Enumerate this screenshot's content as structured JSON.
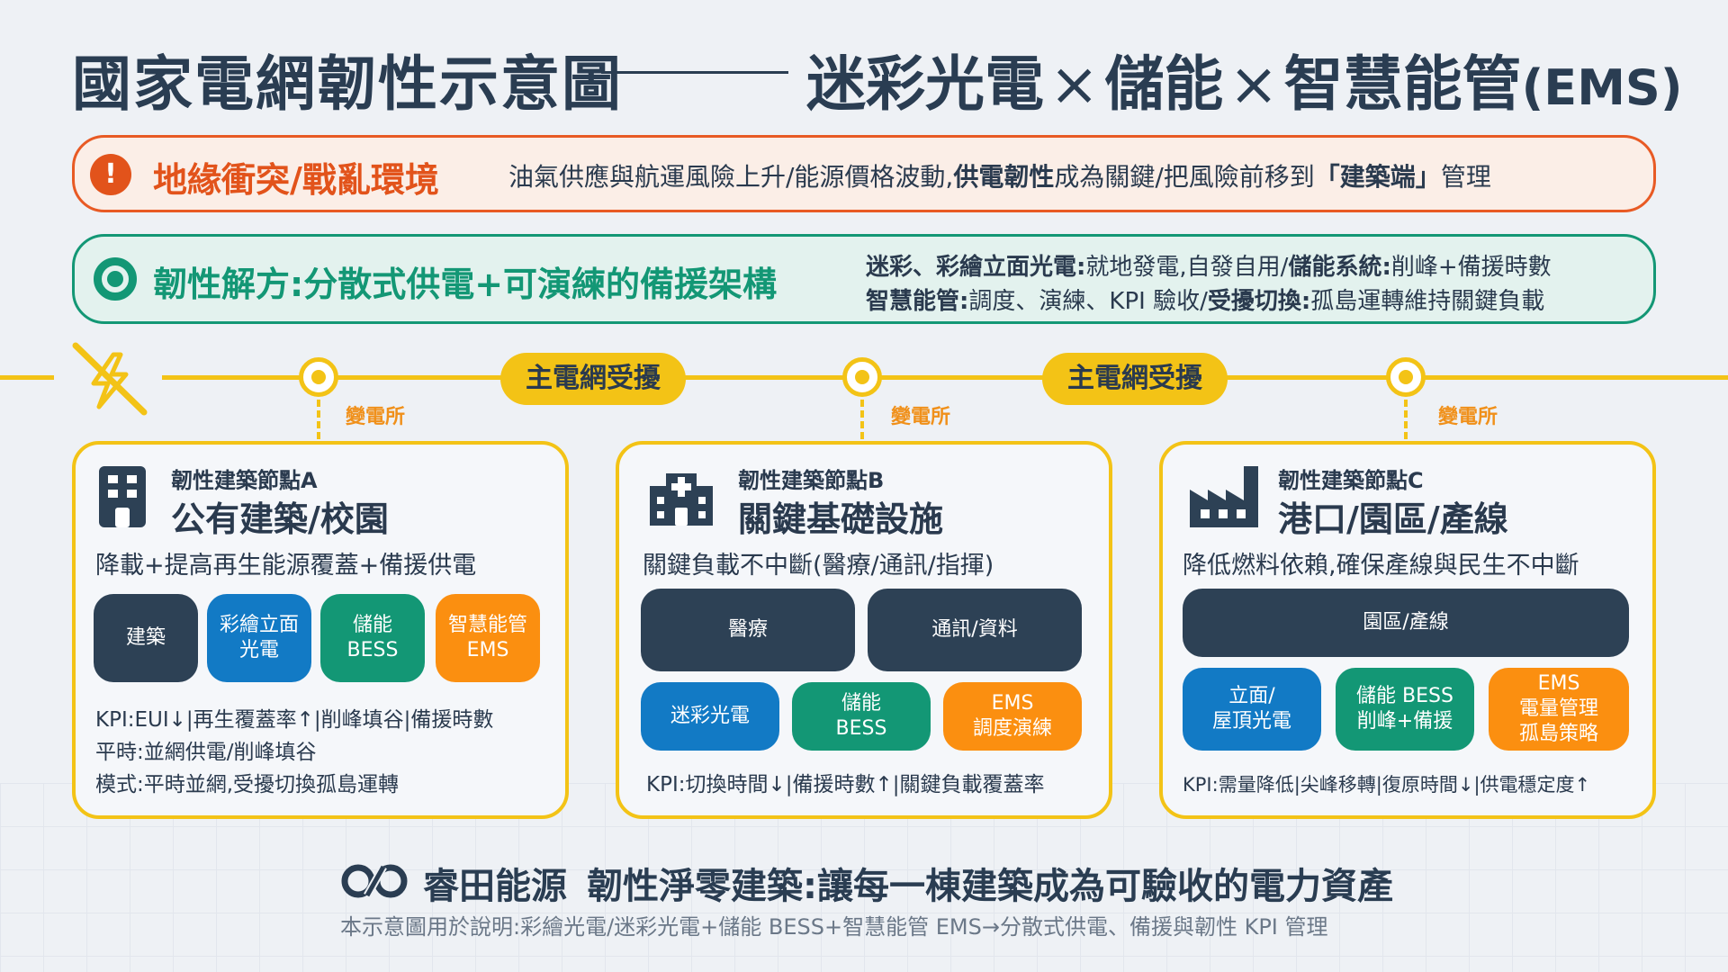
{
  "header": {
    "title_left": "國家電網韌性示意圖",
    "title_right_1": "迷彩光電",
    "sep": "×",
    "title_right_2": "儲能",
    "title_right_3": "智慧能管",
    "title_right_4": "(EMS)"
  },
  "risk": {
    "icon": "!",
    "headline": "地緣衝突/戰亂環境",
    "text_1": "油氣供應與航運風險上升/能源價格波動,",
    "bold_1": "供電韌性",
    "text_2": "成為關鍵/把風險前移到",
    "bold_2": "「建築端」",
    "text_3": "管理",
    "color": "#e2531b"
  },
  "solution": {
    "headline": "韌性解方:分散式供電+可演練的備援架構",
    "b1": "迷彩、彩繪立面光電:",
    "t1": "就地發電,自發自用/",
    "b2": "儲能系統:",
    "t2": "削峰+備援時數",
    "b3": "智慧能管:",
    "t3": "調度、演練、KPI 驗收/",
    "b4": "受擾切換:",
    "t4": "孤島運轉維持關鍵負載",
    "color": "#139775"
  },
  "grid": {
    "substation_label": "變電所",
    "disturb_label": "主電網受擾",
    "line_color": "#f3c316"
  },
  "nodes": {
    "a": {
      "subtitle": "韌性建築節點A",
      "title": "公有建築/校園",
      "desc": "降載+提高再生能源覆蓋+備援供電",
      "tiles": [
        "建築",
        "彩繪立面\n光電",
        "儲能\nBESS",
        "智慧能管\nEMS"
      ],
      "kpi": "KPI:EUI↓|再生覆蓋率↑|削峰填谷|備援時數",
      "normal": "平時:並網供電/削峰填谷",
      "mode": "模式:平時並網,受擾切換孤島運轉"
    },
    "b": {
      "subtitle": "韌性建築節點B",
      "title": "關鍵基礎設施",
      "desc": "關鍵負載不中斷(醫療/通訊/指揮)",
      "tiles_top": [
        "醫療",
        "通訊/資料"
      ],
      "tiles_bottom": [
        "迷彩光電",
        "儲能\nBESS",
        "EMS\n調度演練"
      ],
      "kpi": "KPI:切換時間↓|備援時數↑|關鍵負載覆蓋率"
    },
    "c": {
      "subtitle": "韌性建築節點C",
      "title": "港口/園區/產線",
      "desc": "降低燃料依賴,確保產線與民生不中斷",
      "tile_top": "園區/產線",
      "tiles_bottom": [
        "立面/\n屋頂光電",
        "儲能 BESS\n削峰+備援",
        "EMS\n電量管理\n孤島策略"
      ],
      "kpi": "KPI:需量降低|尖峰移轉|復原時間↓|供電穩定度↑"
    }
  },
  "footer": {
    "brand": "睿田能源",
    "slogan": "韌性淨零建築:讓每一棟建築成為可驗收的電力資產",
    "note": "本示意圖用於說明:彩繪光電/迷彩光電+儲能 BESS+智慧能管 EMS→分散式供電、備援與韌性 KPI 管理"
  },
  "colors": {
    "navy": "#2d4155",
    "blue": "#127ac5",
    "green": "#139775",
    "orange": "#fb8f10",
    "yellow": "#f3c316"
  }
}
